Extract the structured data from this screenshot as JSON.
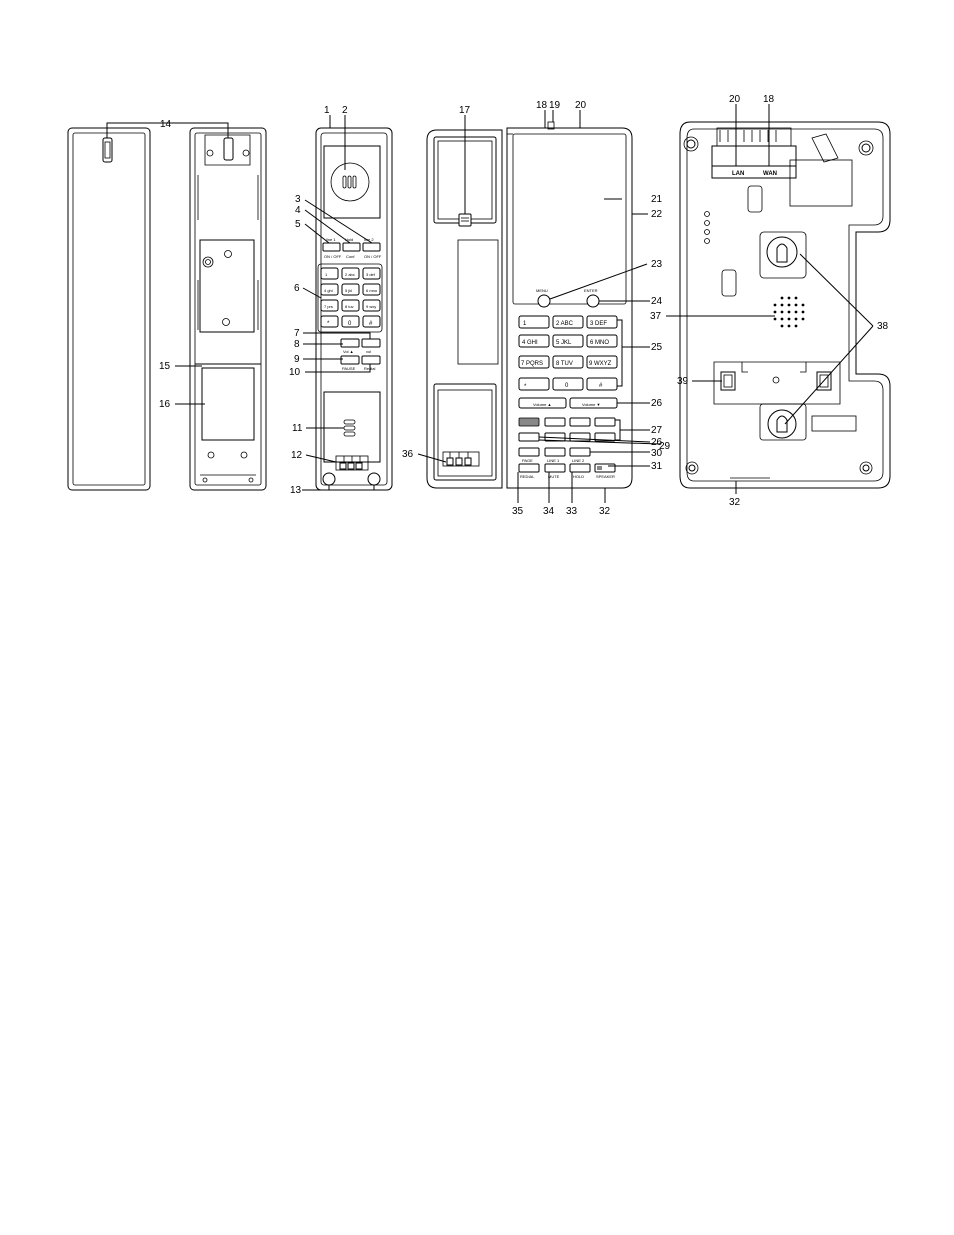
{
  "callouts": {
    "c1": "1",
    "c2": "2",
    "c3": "3",
    "c4": "4",
    "c5": "5",
    "c6": "6",
    "c7": "7",
    "c8": "8",
    "c9": "9",
    "c10": "10",
    "c11": "11",
    "c12": "12",
    "c13": "13",
    "c14": "14",
    "c15": "15",
    "c16": "16",
    "c17": "17",
    "c18": "18",
    "c19": "19",
    "c20": "20",
    "c21": "21",
    "c22": "22",
    "c23": "23",
    "c24": "24",
    "c25": "25",
    "c26": "26",
    "c26b": "26",
    "c27": "27",
    "c29": "29",
    "c30": "30",
    "c31": "31",
    "c32": "32",
    "c33": "33",
    "c34": "34",
    "c35": "35",
    "c36": "36",
    "c37": "37",
    "c38": "38",
    "c39": "39",
    "c20b": "20",
    "c18b": "18",
    "c32b": "32"
  },
  "handset_keys": {
    "k1": "1",
    "k2": "2 abc",
    "k3": "3 def",
    "k4": "4 ghi",
    "k5": "5 jkl",
    "k6": "6 mno",
    "k7": "7 prs",
    "k8": "8 tuv",
    "k9": "9 wxy",
    "kstar": "*",
    "k0": "0",
    "khash": "#"
  },
  "handset_soft": {
    "line1": "line 1",
    "hold": "Hold",
    "line2": "line 2",
    "on1": "ON / OFF",
    "conf": "Conf",
    "on2": "ON / OFF",
    "vol_up": "Vol ▲",
    "vol_dn": "vol",
    "pause": "PAUSE",
    "redial": "Redial"
  },
  "base_keys": {
    "k1": "1",
    "k2": "2 ABC",
    "k3": "3 DEF",
    "k4": "4 GHI",
    "k5": "5 JKL",
    "k6": "6 MNO",
    "k7": "7 PQRS",
    "k8": "8 TUV",
    "k9": "9 WXYZ",
    "kstar": "*",
    "k0": "0",
    "khash": "#"
  },
  "base_labels": {
    "menu": "MENU",
    "enter": "ENTER",
    "vol_up": "Volume ▲",
    "vol_dn": "Volume ▼",
    "page": "PAGE",
    "line1": "LINE 1",
    "line2": "LINE 2",
    "redial": "REDIAL",
    "mute": "MUTE",
    "hold": "HOLD",
    "speaker": "SPEAKER"
  },
  "back_panel": {
    "lan": "LAN",
    "wan": "WAN"
  }
}
